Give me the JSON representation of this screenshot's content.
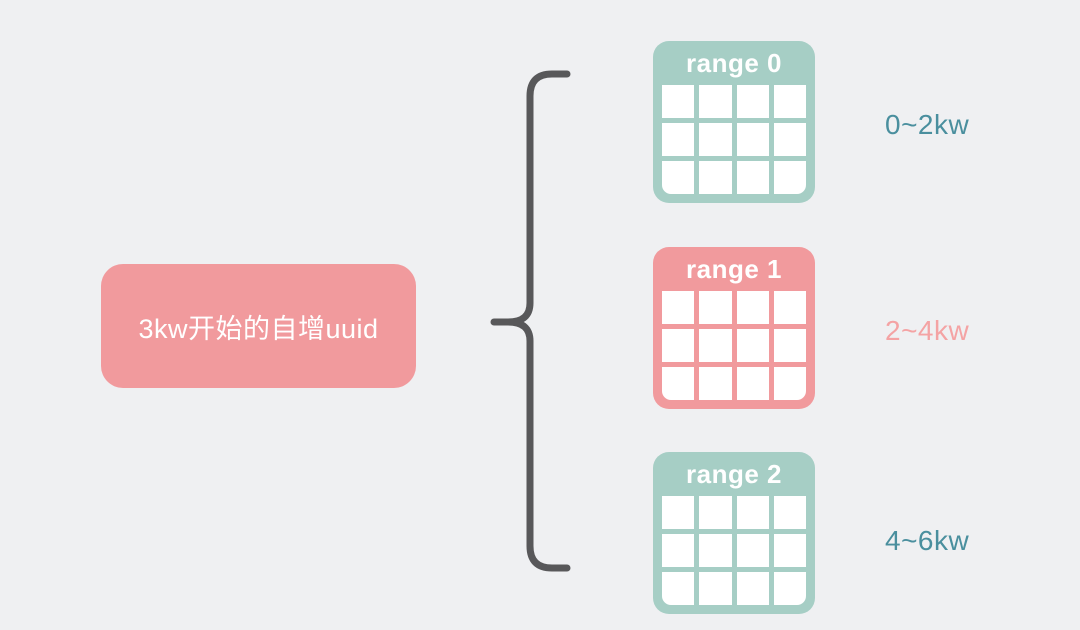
{
  "source": {
    "label": "3kw开始的自增uuid"
  },
  "ranges": [
    {
      "name": "range 0",
      "span": "0~2kw",
      "theme": "teal"
    },
    {
      "name": "range 1",
      "span": "2~4kw",
      "theme": "pink"
    },
    {
      "name": "range 2",
      "span": "4~6kw",
      "theme": "teal"
    }
  ],
  "colors": {
    "bg": "#eff0f2",
    "pink": "#f19a9d",
    "teal": "#a6cec5",
    "teal_text": "#4a8f9e",
    "pink_text": "#f4a3a4",
    "brace": "#58585a",
    "cell": "#ffffff"
  }
}
